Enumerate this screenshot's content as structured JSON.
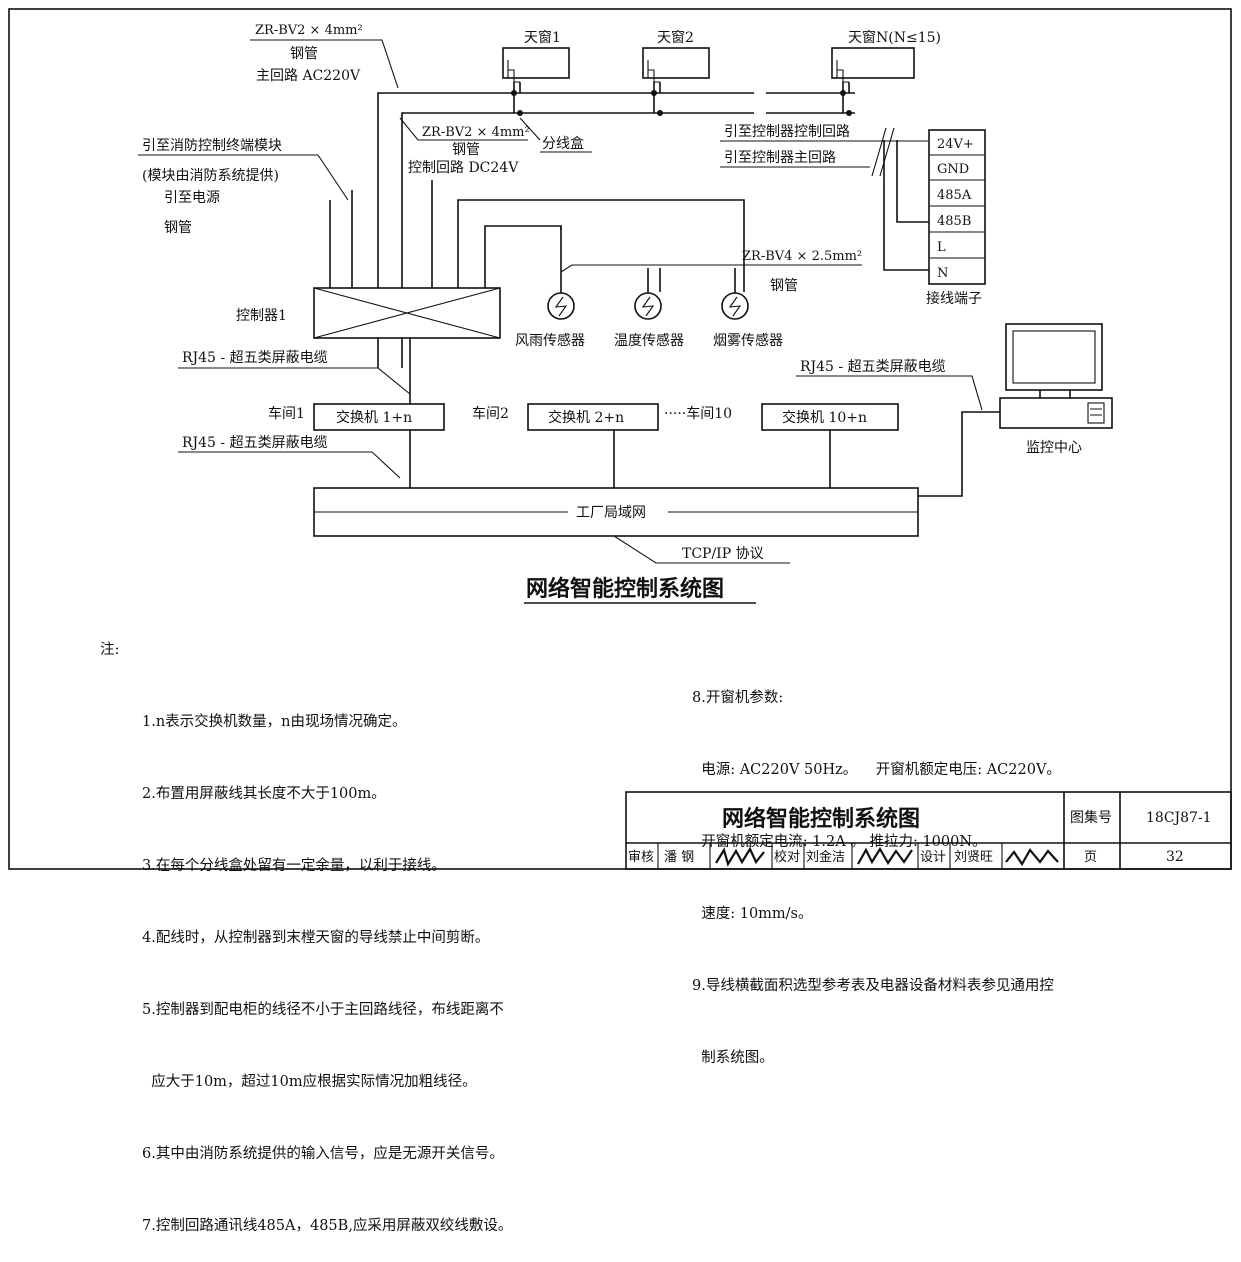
{
  "windows": [
    "天窗1",
    "天窗2",
    "天窗N(N≤15)"
  ],
  "main_cable": {
    "spec": "ZR-BV2 × 4mm²",
    "conduit": "钢管",
    "circuit": "主回路 AC220V"
  },
  "ctrl_cable": {
    "spec": "ZR-BV2 × 4mm²",
    "conduit": "钢管",
    "circuit": "控制回路 DC24V"
  },
  "junction_box": "分线盒",
  "fire_module": {
    "line1": "引至消防控制终端模块",
    "line2": "(模块由消防系统提供)",
    "line3": "引至电源",
    "conduit": "钢管"
  },
  "controller": "控制器1",
  "to_controller": {
    "ctrl": "引至控制器控制回路",
    "main": "引至控制器主回路"
  },
  "terminals": [
    "24V+",
    "GND",
    "485A",
    "485B",
    "L",
    "N"
  ],
  "terminal_caption": "接线端子",
  "sensor_cable": {
    "spec": "ZR-BV4 × 2.5mm²",
    "conduit": "钢管"
  },
  "sensors": [
    "风雨传感器",
    "温度传感器",
    "烟雾传感器"
  ],
  "rj45_label": "RJ45 - 超五类屏蔽电缆",
  "workshops": [
    "车间1",
    "车间2",
    "·····车间10"
  ],
  "switches": [
    "交换机  1+n",
    "交换机  2+n",
    "交换机  10+n"
  ],
  "monitor": "监控中心",
  "lan": "工厂局域网",
  "protocol": "TCP/IP  协议",
  "diagram_title": "网络智能控制系统图",
  "notes_prefix": "注:",
  "notes_left": [
    "1.n表示交换机数量，n由现场情况确定。",
    "2.布置用屏蔽线其长度不大于100m。",
    "3.在每个分线盒处留有一定余量，以利于接线。",
    "4.配线时，从控制器到末樘天窗的导线禁止中间剪断。",
    "5.控制器到配电柜的线径不小于主回路线径，布线距离不",
    "  应大于10m，超过10m应根据实际情况加粗线径。",
    "6.其中由消防系统提供的输入信号，应是无源开关信号。",
    "7.控制回路通讯线485A，485B,应采用屏蔽双绞线敷设。"
  ],
  "notes_right": [
    "8.开窗机参数:",
    "  电源: AC220V 50Hz。    开窗机额定电压: AC220V。",
    "  开窗机额定电流: 1.2A 。 推拉力: 1000N。",
    "  速度: 10mm/s。",
    "9.导线横截面积选型参考表及电器设备材料表参见通用控",
    "  制系统图。"
  ],
  "title_block": {
    "title": "网络智能控制系统图",
    "atlas_label": "图集号",
    "atlas_no": "18CJ87-1",
    "review_label": "审核",
    "reviewer": "潘 钢",
    "check_label": "校对",
    "checker": "刘金洁",
    "design_label": "设计",
    "designer": "刘贤旺",
    "page_label": "页",
    "page_no": "32"
  },
  "signatures": [
    "潘钢",
    "刘金洁",
    "刘贤旺"
  ]
}
